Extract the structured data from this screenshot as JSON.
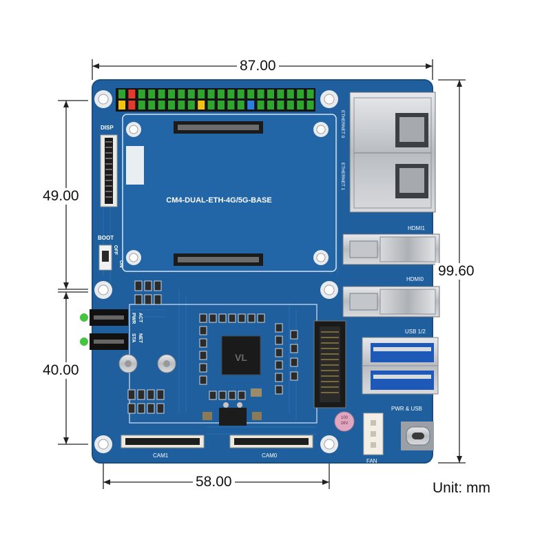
{
  "dimensions": {
    "width": "87.00",
    "height": "99.60",
    "upper_hole_spacing": "49.00",
    "lower_hole_spacing": "40.00",
    "bottom_hole_spacing": "58.00"
  },
  "unit": "Unit: mm",
  "board": {
    "title": "CM4-DUAL-ETH-4G/5G-BASE",
    "labels": {
      "disp": "DISP",
      "boot": "BOOT",
      "off": "OFF",
      "on": "ON",
      "eth0": "ETHERNET 0",
      "eth1": "ETHERNET 1",
      "hdmi1": "HDMI1",
      "hdmi0": "HDMI0",
      "usb12": "USB 1/2",
      "pwr_usb": "PWR & USB",
      "fan": "FAN",
      "cam1": "CAM1",
      "cam0": "CAM0",
      "act": "ACT",
      "pwr": "PWR",
      "net": "NET",
      "sta": "STA"
    }
  },
  "colors": {
    "pcb": "#1f5f9e",
    "pcb_dark": "#17497c",
    "silk": "#ffffff",
    "metal": "#c9ccd0",
    "header_green": "#2fa52f"
  }
}
